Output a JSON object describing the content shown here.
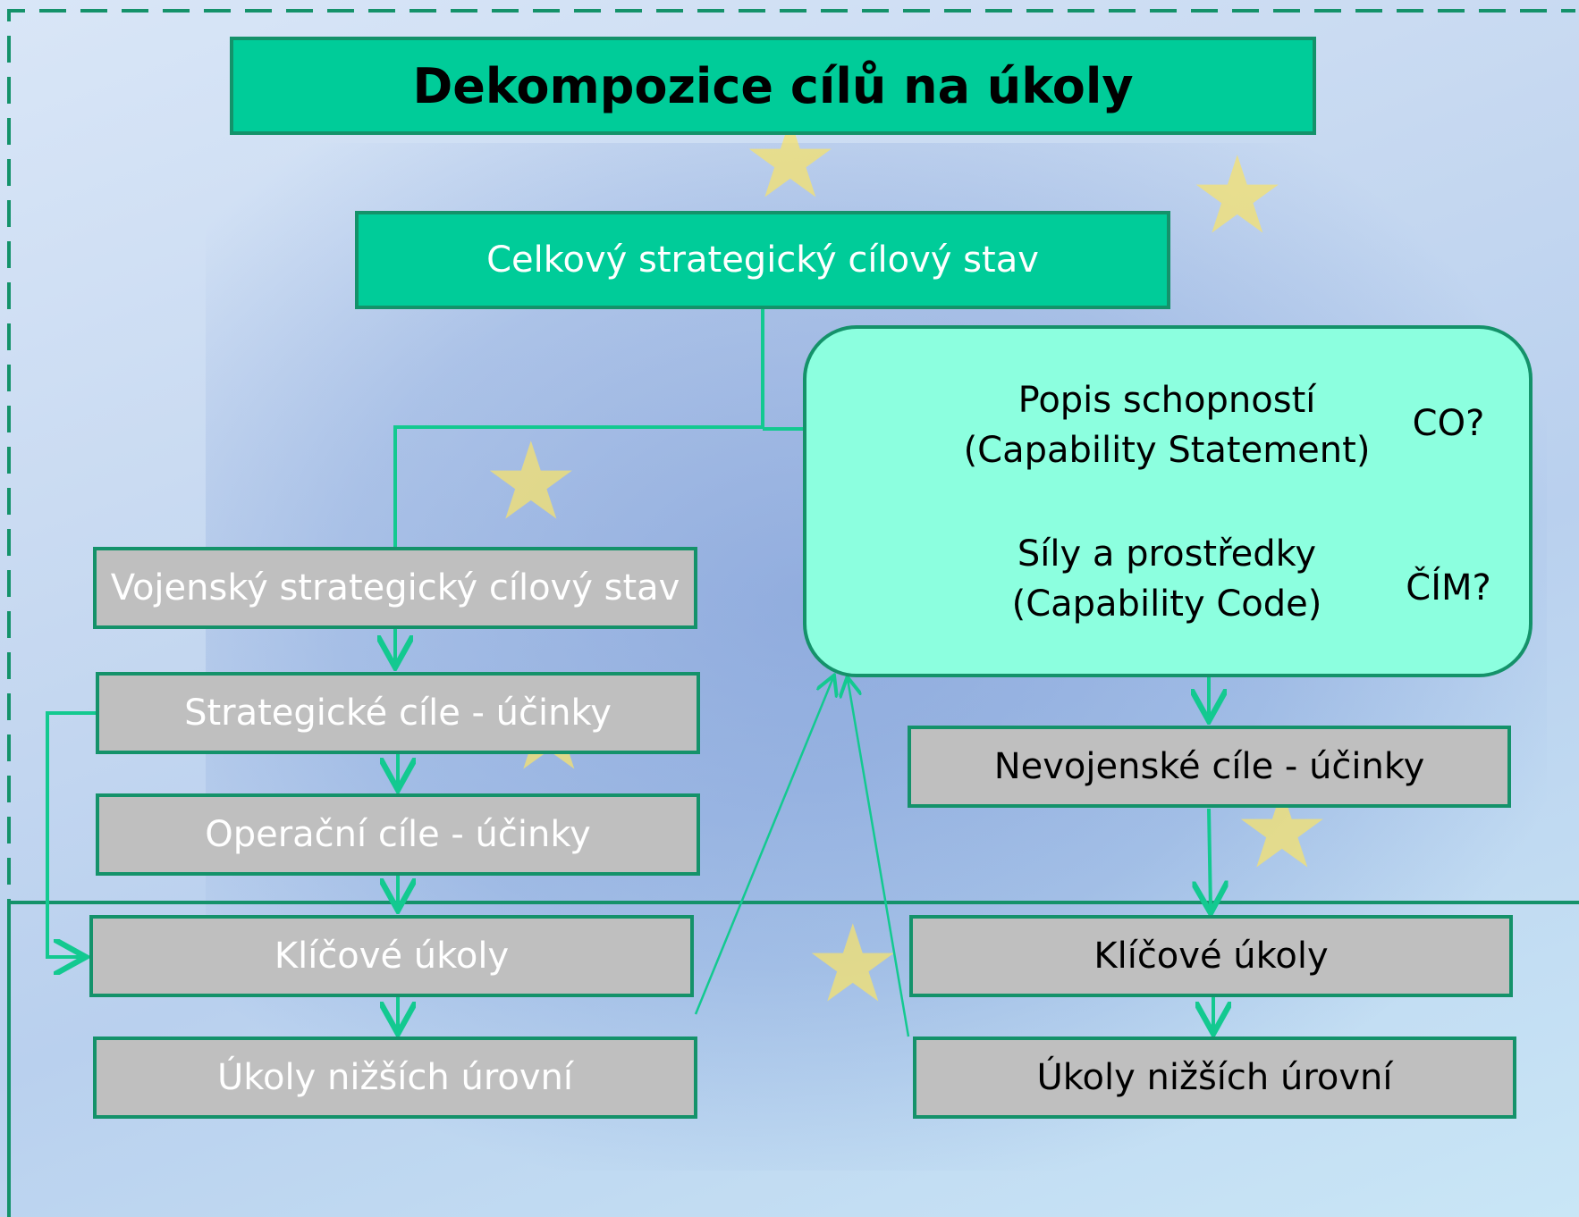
{
  "title": "Dekompozice cílů na úkoly",
  "top": "Celkový strategický cílový stav",
  "left": {
    "military": "Vojenský strategický cílový stav",
    "strategic": "Strategické cíle - účinky",
    "operational": "Operační cíle - účinky",
    "key_tasks": "Klíčové úkoly",
    "lower_tasks": "Úkoly nižších úrovní"
  },
  "capability": {
    "statement_line1": "Popis schopností",
    "statement_line2": "(Capability Statement)",
    "statement_q": "CO?",
    "code_line1": "Síly a prostředky",
    "code_line2": "(Capability Code)",
    "code_q": "ČÍM?"
  },
  "right": {
    "nonmilitary": "Nevojenské cíle - účinky",
    "key_tasks": "Klíčové úkoly",
    "lower_tasks": "Úkoly nižších úrovní"
  },
  "colors": {
    "accent": "#00cc99",
    "border": "#14926a",
    "connector": "#13c990",
    "capability_fill": "#8cffdf",
    "box_grey": "#bfbfbf"
  }
}
